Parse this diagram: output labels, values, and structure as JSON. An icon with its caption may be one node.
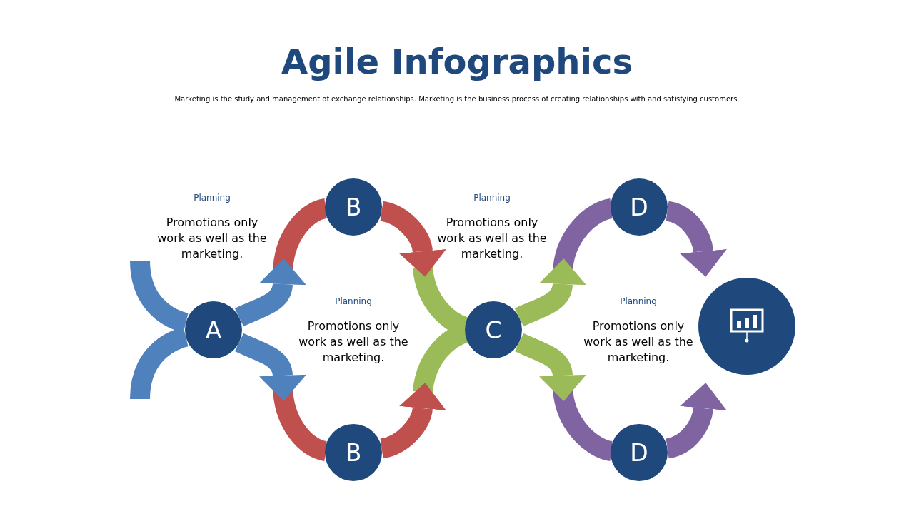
{
  "diagram": {
    "title": "Agile Infographics",
    "caption": "Marketing is the study and management of exchange relationships. Marketing is the  business process of creating relationships with and satisfying customers.",
    "nodes": [
      {
        "text": [
          "A"
        ]
      },
      {
        "text": [
          "B"
        ]
      },
      {
        "text": [
          "B"
        ]
      },
      {
        "text": [
          "C"
        ]
      },
      {
        "text": [
          "D"
        ]
      },
      {
        "text": [
          "D"
        ]
      },
      {
        "text": [],
        "shape": "circle"
      }
    ],
    "edges": [
      {
        "from": null,
        "to": 0,
        "arrow": "none",
        "color": "#4f81bd"
      },
      {
        "from": null,
        "to": 0,
        "arrow": "none",
        "color": "#4f81bd"
      },
      {
        "from": 0,
        "to": 1,
        "arrow": "to",
        "color": "#4f81bd"
      },
      {
        "from": 0,
        "to": 2,
        "arrow": "to",
        "color": "#4f81bd"
      },
      {
        "from": 1,
        "to": 3,
        "arrow": "to",
        "color": "#c0504d"
      },
      {
        "from": 2,
        "to": 3,
        "arrow": "to",
        "color": "#c0504d"
      },
      {
        "from": 3,
        "to": 4,
        "arrow": "to",
        "color": "#9bbb59"
      },
      {
        "from": 3,
        "to": 5,
        "arrow": "to",
        "color": "#9bbb59"
      },
      {
        "from": 4,
        "to": 6,
        "arrow": "to",
        "color": "#8064a2"
      },
      {
        "from": 5,
        "to": 6,
        "arrow": "to",
        "color": "#8064a2"
      }
    ],
    "labels": [
      "Planning",
      "Promotions only work as well as the marketing.",
      "Planning",
      "Promotions only work as well as the marketing.",
      "Planning",
      "Promotions only work as well as the marketing.",
      "Planning",
      "Promotions only work as well as the marketing."
    ]
  }
}
